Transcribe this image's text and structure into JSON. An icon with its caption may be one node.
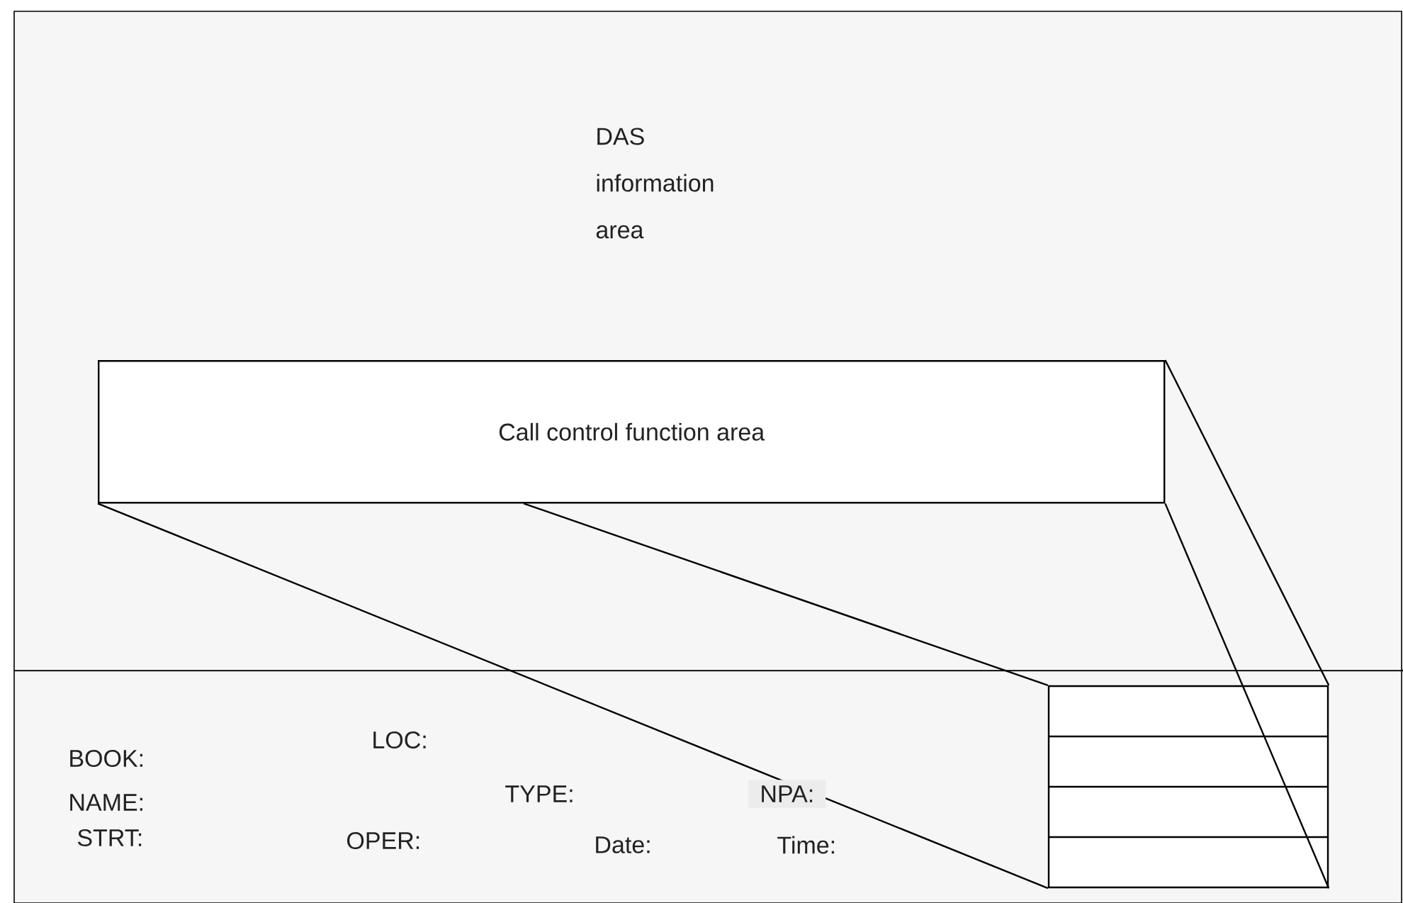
{
  "diagram": {
    "nodes": [
      {
        "text": [
          "DAS information area"
        ]
      },
      {
        "text": [
          "Call control function area"
        ],
        "in": 0
      },
      {
        "text": [],
        "shape": "box"
      }
    ],
    "edges": [
      {
        "from": 1,
        "to": 2,
        "arrow": "none"
      },
      {
        "from": 1,
        "to": 2,
        "arrow": "none"
      },
      {
        "from": 1,
        "to": 2,
        "arrow": "none"
      },
      {
        "from": 1,
        "to": 2,
        "arrow": "none"
      }
    ],
    "labels": [
      "LOC:",
      "BOOK:",
      "TYPE:",
      "NPA:",
      "NAME:",
      "STRT:",
      "OPER:",
      "Date:",
      "Time:"
    ]
  }
}
